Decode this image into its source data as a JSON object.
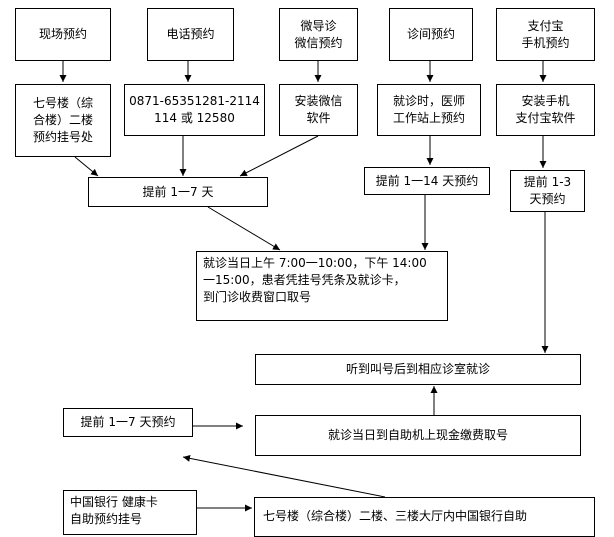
{
  "top": {
    "onsite": "现场预约",
    "phone": "电话预约",
    "wechat": [
      "微导诊",
      "微信预约"
    ],
    "room": "诊间预约",
    "alipay": [
      "支付宝",
      "手机预约"
    ]
  },
  "second": {
    "onsite": [
      "七号楼（综",
      "合楼）二楼",
      "预约挂号处"
    ],
    "phone": [
      "0871-65351281-2114",
      "114 或 12580"
    ],
    "wechat": [
      "安装微信",
      "软件"
    ],
    "room": [
      "就诊时，医师",
      "工作站上预约"
    ],
    "alipay": [
      "安装手机",
      "支付宝软件"
    ]
  },
  "advance_1_7": "提前 1一7 天",
  "advance_1_14": "提前 1一14 天预约",
  "advance_1_3": [
    "提前 1-3",
    "天预约"
  ],
  "same_day": [
    "就诊当日上午 7:00一10:00，下午 14:00",
    "一15:00，患者凭挂号凭条及就诊卡，",
    "到门诊收费窗口取号"
  ],
  "listen_call": "听到叫号后到相应诊室就诊",
  "advance_1_7_days": "提前 1一7 天预约",
  "self_service": "就诊当日到自助机上现金缴费取号",
  "boc_card": [
    "中国银行 健康卡",
    "自助预约挂号"
  ],
  "boc_location": "七号楼（综合楼）二楼、三楼大厅内中国银行自助"
}
